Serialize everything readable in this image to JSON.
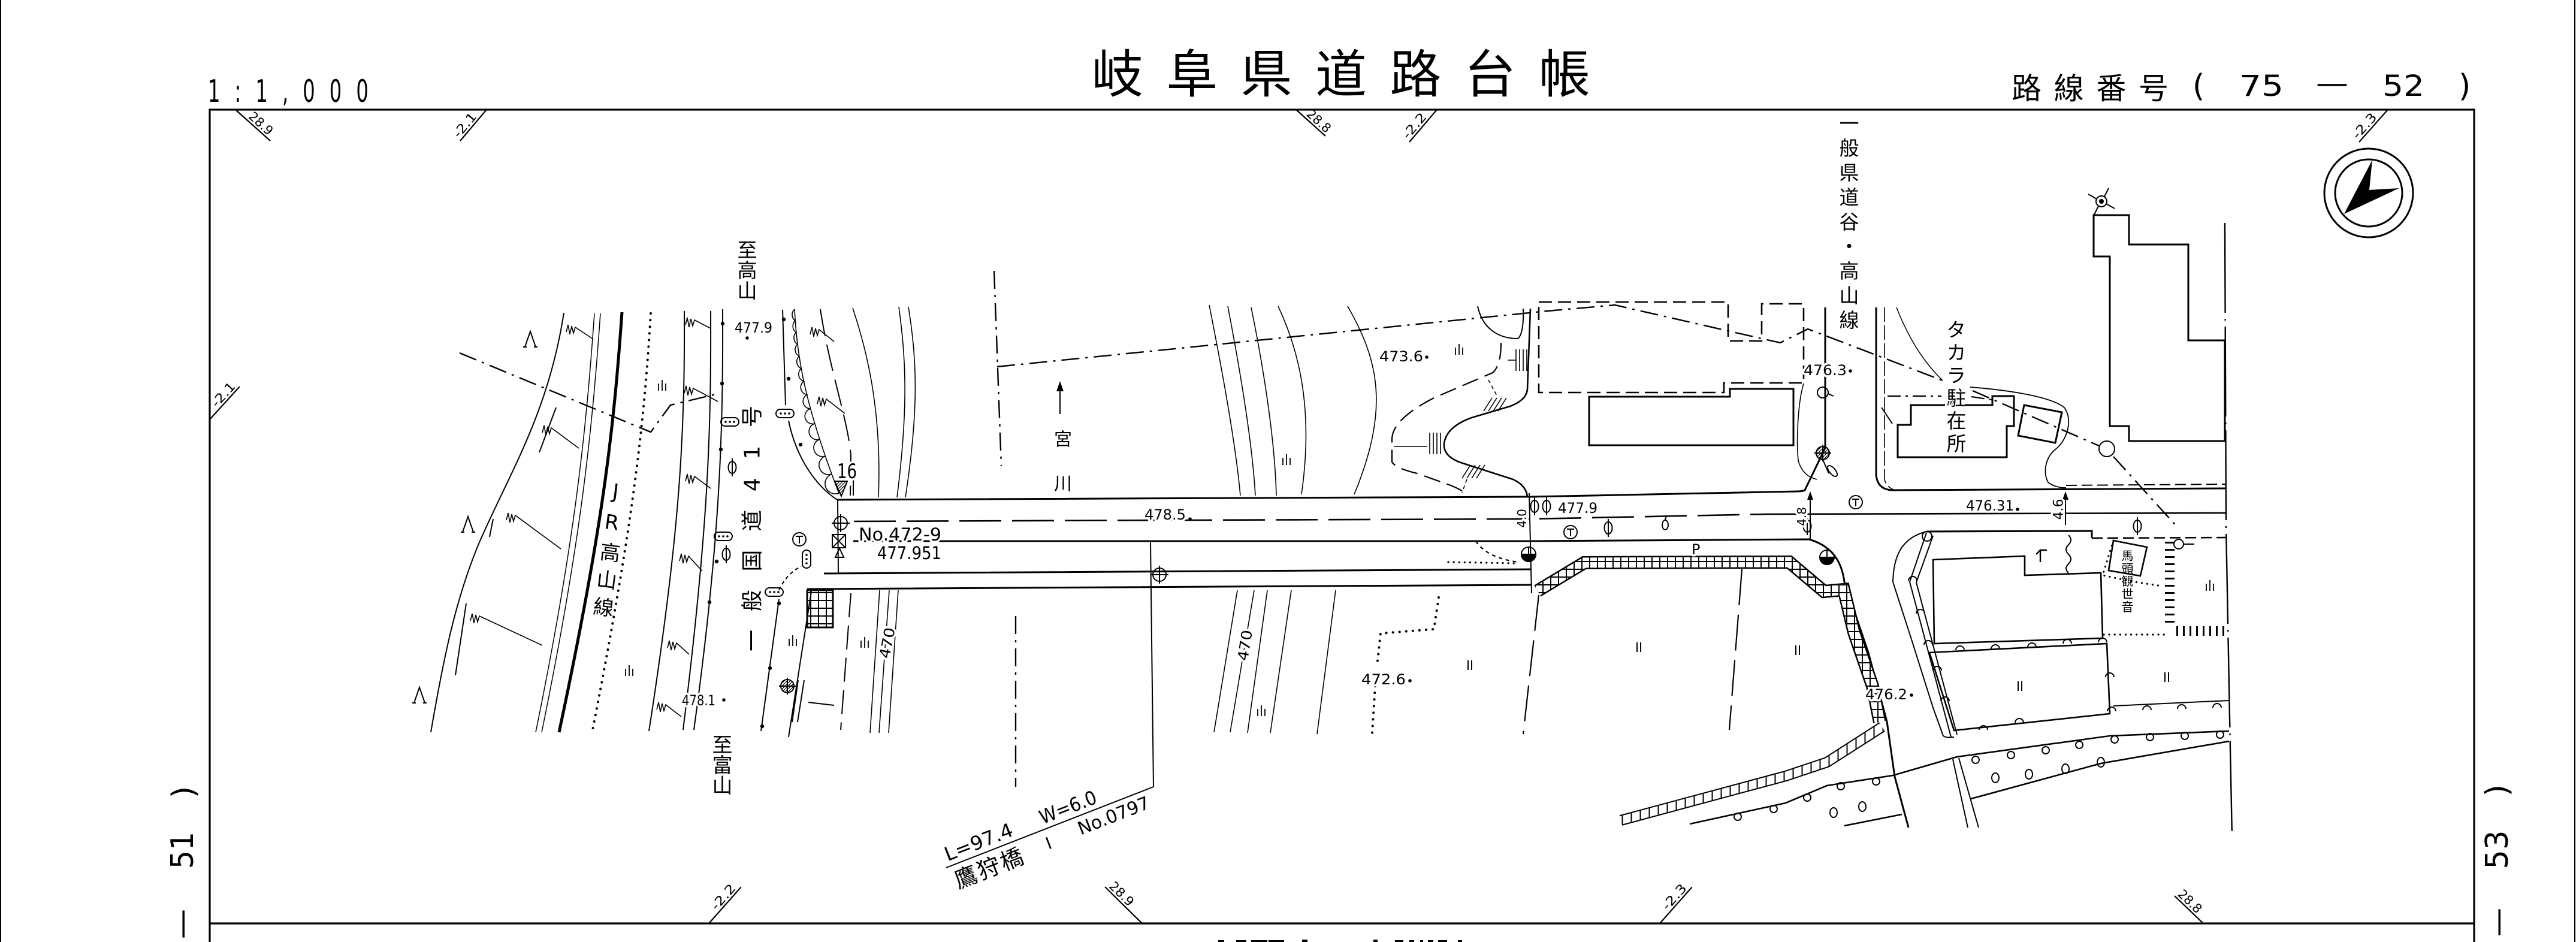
{
  "sheet": {
    "scale": "1:1,000",
    "title": "岐阜県道路台帳",
    "route_number": {
      "label": "路線番号",
      "open": "(",
      "route": "75",
      "separator": "—",
      "sheet": "52",
      "close": ")"
    },
    "adjacent_sheet_left": {
      "separator": "—",
      "sheet": "51",
      "close": ")"
    },
    "adjacent_sheet_right": {
      "separator": "—",
      "sheet": "53",
      "close": ")"
    }
  },
  "grid_coordinates": {
    "top": [
      "28.9",
      "-2.1",
      "28.8",
      "-2.2",
      "-2.3"
    ],
    "left": [
      "-2.1"
    ],
    "bottom": [
      "-2.2",
      "28.9",
      "-2.3",
      "28.8"
    ]
  },
  "map": {
    "route_labels": {
      "national_route": "一般国道41号",
      "prefectural_road": "一般県道谷・高山線",
      "to_takayama": "至高山",
      "to_toyama": "至富山",
      "railway": "JR高山線",
      "river": "宮川"
    },
    "facilities": {
      "police_box": "タカラ駐在所",
      "monument": "馬頭観世音",
      "parking": "P"
    },
    "bridge": {
      "length": "L=97.4",
      "width": "W=6.0",
      "name": "鷹狩橋",
      "type_mark": "I",
      "number": "No.0797"
    },
    "survey_station": {
      "number": "No.472-9",
      "elevation": "477.951"
    },
    "kilometer_post": "16",
    "spot_heights": [
      "477.9",
      "478.1",
      "478.5",
      "473.6",
      "477.9",
      "476.3",
      "476.31",
      "476.2",
      "472.6"
    ],
    "contour_labels": [
      "470",
      "470"
    ],
    "road_widths": [
      "4.0",
      "4.8",
      "4.6"
    ]
  },
  "colors": {
    "ink": "#000000",
    "paper": "#ffffff"
  }
}
